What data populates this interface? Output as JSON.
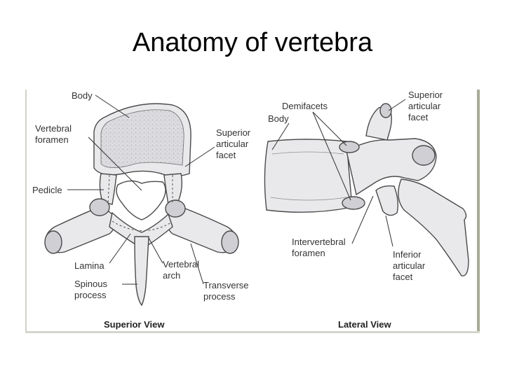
{
  "title": "Anatomy of vertebra",
  "superior_view": {
    "caption": "Superior View",
    "labels": {
      "body": "Body",
      "vertebral_foramen": [
        "Vertebral",
        "foramen"
      ],
      "pedicle": "Pedicle",
      "superior_articular_facet": [
        "Superior",
        "articular",
        "facet"
      ],
      "lamina": "Lamina",
      "vertebral_arch": [
        "Vertebral",
        "arch"
      ],
      "spinous_process": [
        "Spinous",
        "process"
      ],
      "transverse_process": [
        "Transverse",
        "process"
      ]
    }
  },
  "lateral_view": {
    "caption": "Lateral View",
    "labels": {
      "demifacets": "Demifacets",
      "body": "Body",
      "superior_articular_facet": [
        "Superior",
        "articular",
        "facet"
      ],
      "intervertebral_foramen": [
        "Intervertebral",
        "foramen"
      ],
      "inferior_articular_facet": [
        "Inferior",
        "articular",
        "facet"
      ]
    }
  }
}
